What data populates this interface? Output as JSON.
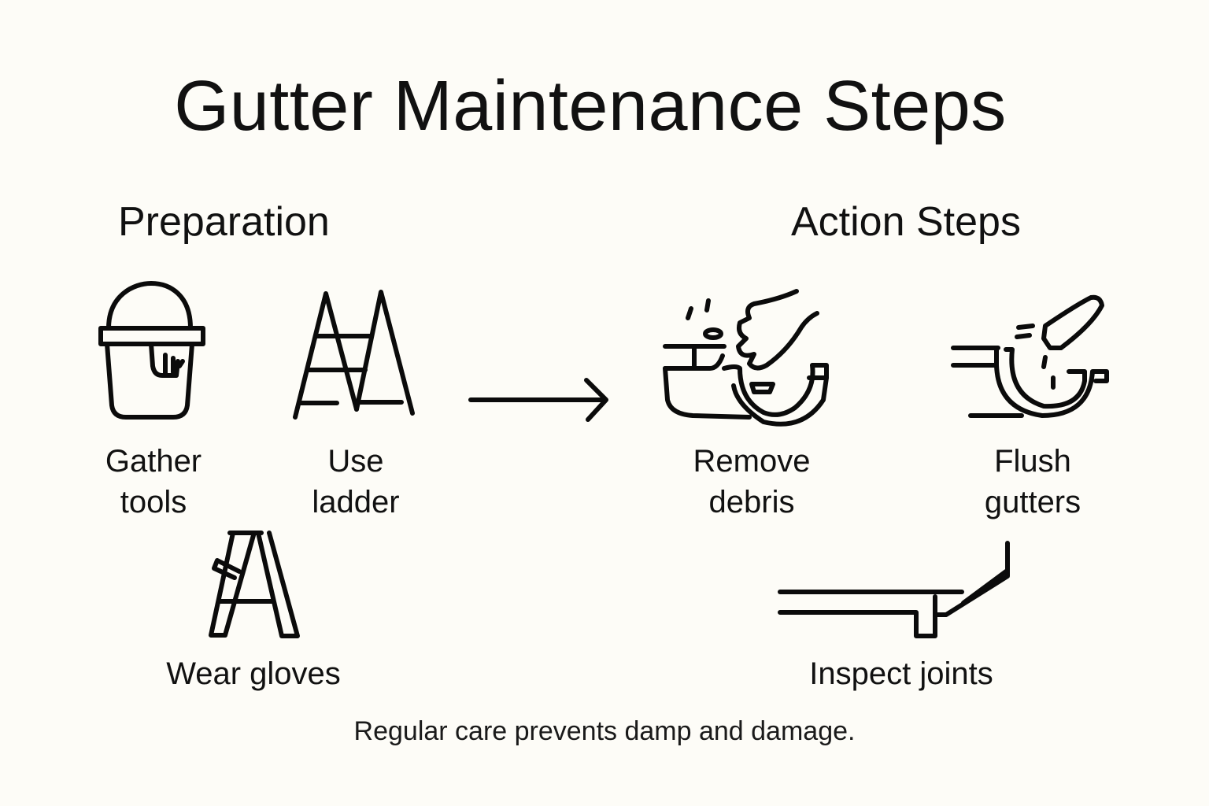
{
  "title": "Gutter Maintenance Steps",
  "sections": {
    "preparation": {
      "heading": "Preparation",
      "steps": [
        {
          "label_line1": "Gather",
          "label_line2": "tools",
          "icon": "bucket-with-glove-icon"
        },
        {
          "label_line1": "Use",
          "label_line2": "ladder",
          "icon": "ladder-icon"
        },
        {
          "label": "Wear gloves",
          "icon": "glove-stepladder-icon"
        }
      ]
    },
    "action": {
      "heading": "Action Steps",
      "steps": [
        {
          "label_line1": "Remove",
          "label_line2": "debris",
          "icon": "hand-gutter-debris-icon"
        },
        {
          "label_line1": "Flush",
          "label_line2": "gutters",
          "icon": "hose-gutter-icon"
        },
        {
          "label": "Inspect joints",
          "icon": "gutter-joint-icon"
        }
      ]
    }
  },
  "flow_arrow": "arrow-right-icon",
  "caption": "Regular care prevents damp and damage."
}
